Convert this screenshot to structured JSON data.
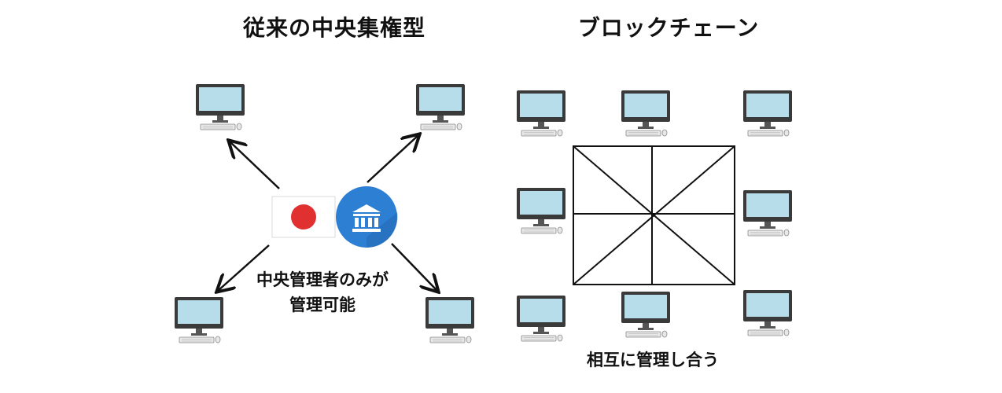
{
  "left_panel": {
    "title": "従来の中央集権型",
    "caption_line1": "中央管理者のみが",
    "caption_line2": "管理可能",
    "icons": {
      "flag": "japan-flag-icon",
      "center": "bank-icon",
      "nodes": "computer-icon"
    },
    "colors": {
      "flag_red": "#e03030",
      "bank_blue": "#2d7fd3"
    }
  },
  "right_panel": {
    "title": "ブロックチェーン",
    "caption": "相互に管理し合う",
    "icons": {
      "nodes": "computer-icon"
    }
  },
  "colors": {
    "screen": "#b7dcea",
    "frame": "#3a3a3a",
    "line": "#111111"
  }
}
